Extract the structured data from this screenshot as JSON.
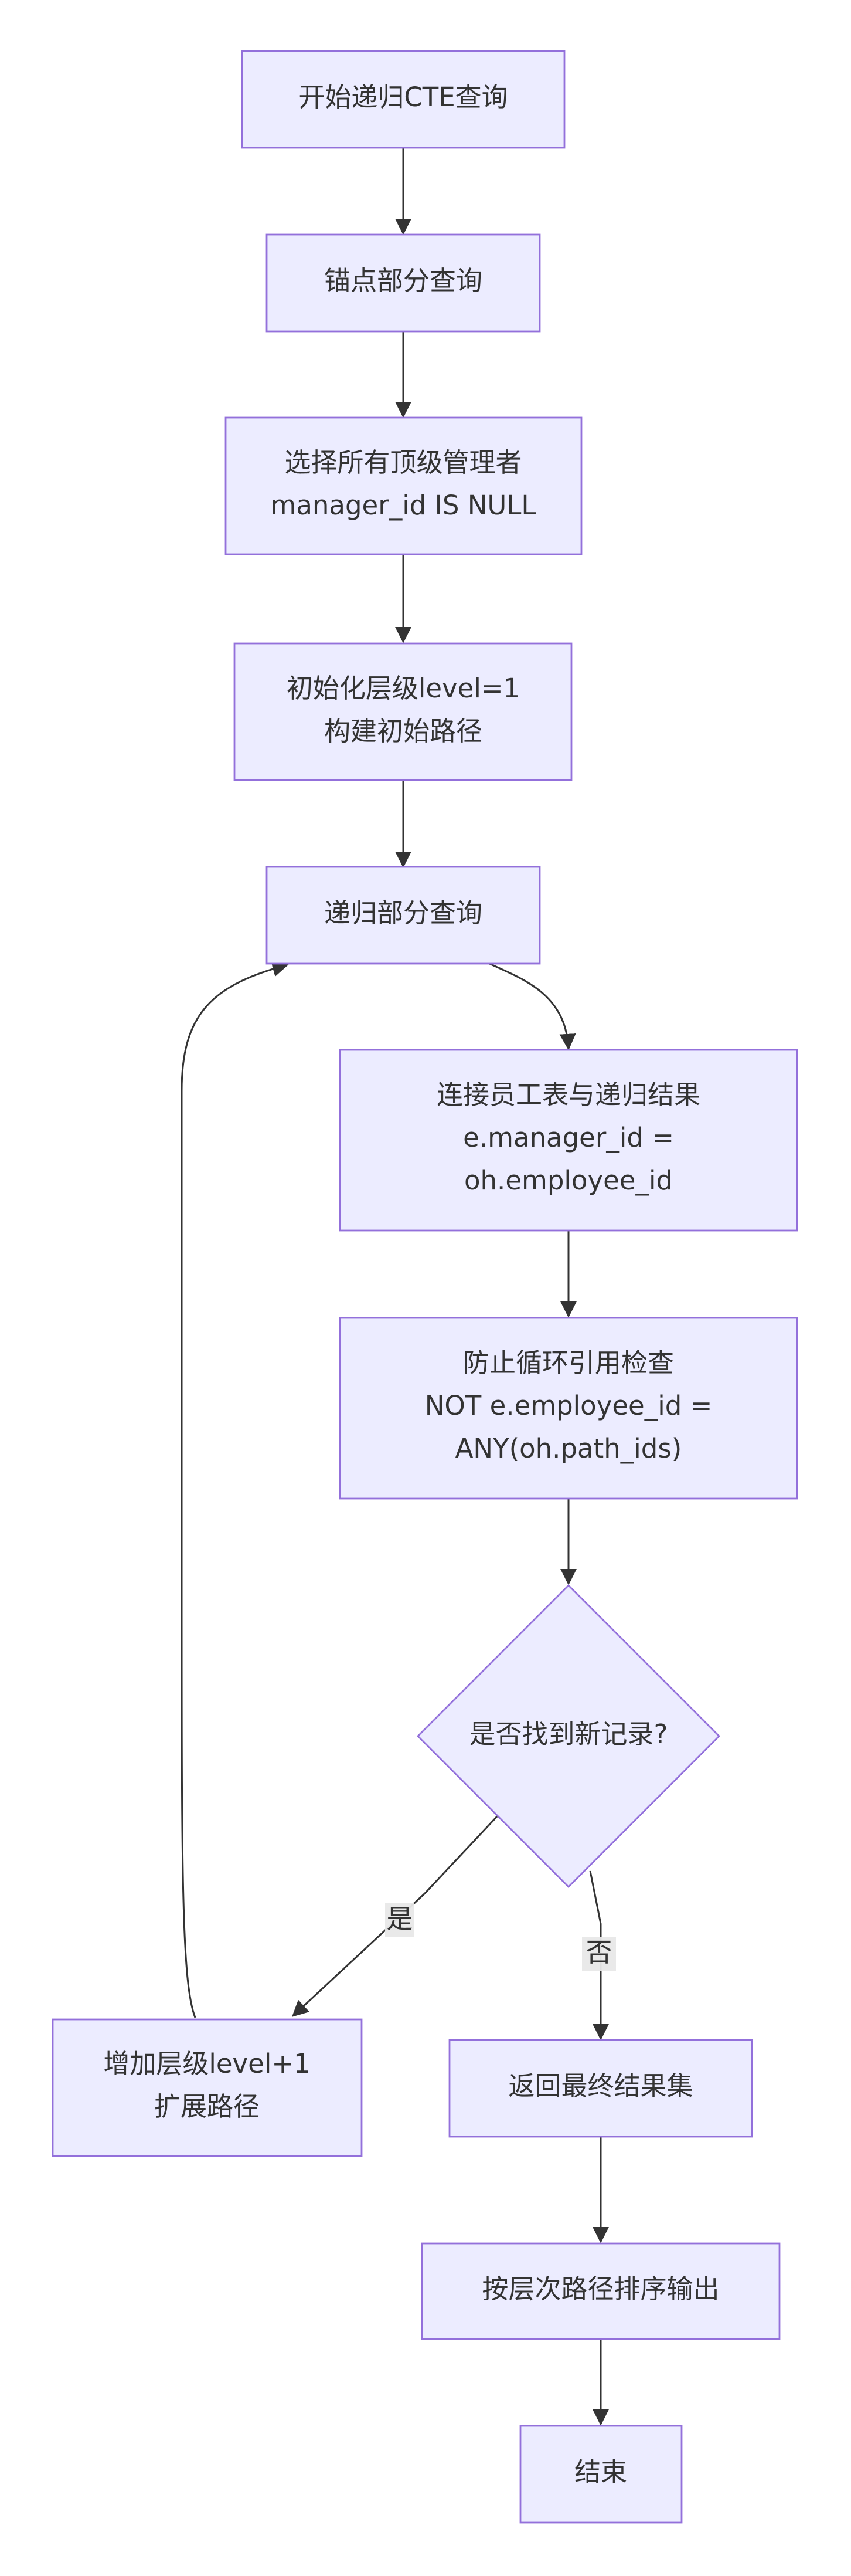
{
  "nodes": {
    "start": {
      "lines": [
        "开始递归CTE查询"
      ]
    },
    "anchor": {
      "lines": [
        "锚点部分查询"
      ]
    },
    "select_top": {
      "lines": [
        "选择所有顶级管理者",
        "manager_id IS NULL"
      ]
    },
    "init_level": {
      "lines": [
        "初始化层级level=1",
        "构建初始路径"
      ]
    },
    "recursive": {
      "lines": [
        "递归部分查询"
      ]
    },
    "join": {
      "lines": [
        "连接员工表与递归结果",
        "e.manager_id =",
        "oh.employee_id"
      ]
    },
    "cycle_check": {
      "lines": [
        "防止循环引用检查",
        "NOT e.employee_id =",
        "ANY(oh.path_ids)"
      ]
    },
    "decision": {
      "lines": [
        "是否找到新记录?"
      ]
    },
    "increment": {
      "lines": [
        "增加层级level+1",
        "扩展路径"
      ]
    },
    "return_result": {
      "lines": [
        "返回最终结果集"
      ]
    },
    "sort_output": {
      "lines": [
        "按层次路径排序输出"
      ]
    },
    "end": {
      "lines": [
        "结束"
      ]
    }
  },
  "edge_labels": {
    "yes": "是",
    "no": "否"
  },
  "colors": {
    "node_fill": "#ECECFF",
    "node_stroke": "#9370DB",
    "edge": "#333333",
    "text": "#333333",
    "label_bg": "#E8E8E8"
  }
}
